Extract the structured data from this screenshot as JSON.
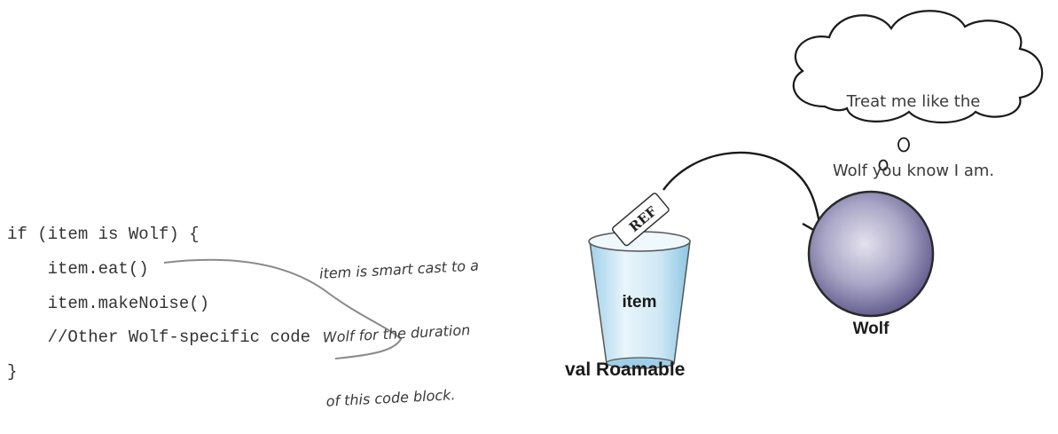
{
  "code": {
    "lines": [
      "if (item is Wolf) {",
      "    item.eat()",
      "    item.makeNoise()",
      "    //Other Wolf-specific code",
      "}"
    ]
  },
  "annotation": {
    "lines": [
      "item is smart cast to a",
      "Wolf for the duration",
      "of this code block."
    ]
  },
  "thought_bubble": {
    "lines": [
      "Treat me like the",
      "Wolf you know I am."
    ]
  },
  "cup": {
    "label": "item",
    "caption": "val Roamable"
  },
  "reference": {
    "label": "REF"
  },
  "object": {
    "label": "Wolf"
  },
  "colors": {
    "cup": "#c9e6f4",
    "ball": "#7d78a8",
    "ink": "#1a1a1a"
  }
}
